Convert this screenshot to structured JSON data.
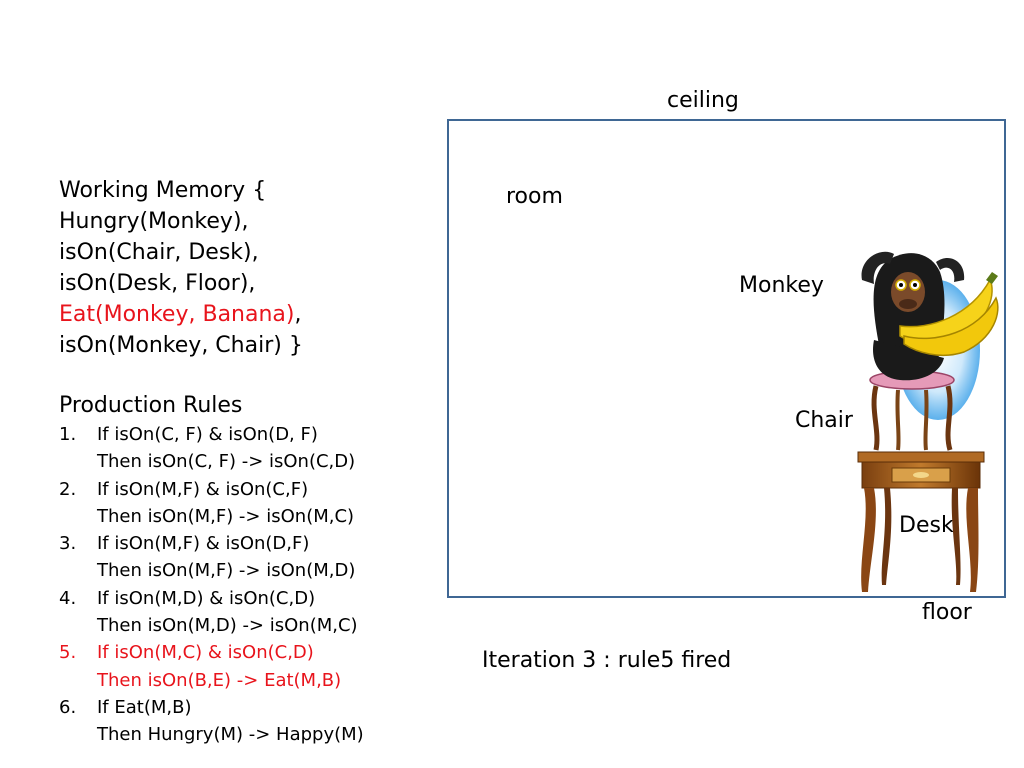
{
  "working_memory": {
    "lines": [
      {
        "text": "Working Memory {",
        "highlight": false
      },
      {
        "text": "Hungry(Monkey),",
        "highlight": false
      },
      {
        "text": "isOn(Chair, Desk),",
        "highlight": false
      },
      {
        "text": "isOn(Desk, Floor),",
        "highlight": false
      },
      {
        "text": "Eat(Monkey, Banana)",
        "suffix": ",",
        "highlight": true
      },
      {
        "text": "isOn(Monkey, Chair) }",
        "highlight": false
      }
    ]
  },
  "production_rules": {
    "title": "Production Rules",
    "rules": [
      {
        "num": "1.",
        "if": "If isOn(C, F) & isOn(D, F)",
        "then": "Then isOn(C, F) -> isOn(C,D)",
        "highlight": false
      },
      {
        "num": "2.",
        "if": "If isOn(M,F) & isOn(C,F)",
        "then": "Then isOn(M,F) -> isOn(M,C)",
        "highlight": false
      },
      {
        "num": "3.",
        "if": "If isOn(M,F) & isOn(D,F)",
        "then": "Then isOn(M,F) -> isOn(M,D)",
        "highlight": false
      },
      {
        "num": "4.",
        "if": "If isOn(M,D) & isOn(C,D)",
        "then": "Then isOn(M,D) -> isOn(M,C)",
        "highlight": false
      },
      {
        "num": "5.",
        "if": "If isOn(M,C) & isOn(C,D)",
        "then": "Then isOn(B,E) -> Eat(M,B)",
        "highlight": true
      },
      {
        "num": "6.",
        "if": "If Eat(M,B)",
        "then": "Then Hungry(M) -> Happy(M)",
        "highlight": false
      }
    ]
  },
  "diagram": {
    "ceiling": "ceiling",
    "room": "room",
    "monkey": "Monkey",
    "chair": "Chair",
    "desk": "Desk",
    "floor": "floor",
    "border_color": "#3f6794"
  },
  "iteration": "Iteration 3 : rule5 fired",
  "colors": {
    "highlight": "#e8141c"
  }
}
